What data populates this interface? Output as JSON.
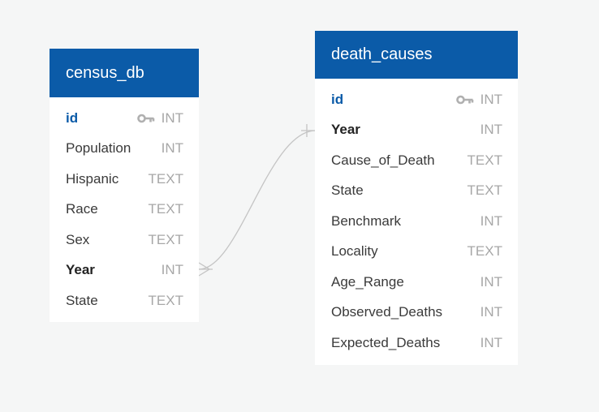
{
  "colors": {
    "background": "#f5f6f6",
    "header": "#0b5ba8",
    "primary_key": "#0b5ba8",
    "type_text": "#a7a7a7",
    "link_line": "#c4c4c4"
  },
  "tables": {
    "census_db": {
      "title": "census_db",
      "columns": [
        {
          "name": "id",
          "type": "INT",
          "primary_key": true
        },
        {
          "name": "Population",
          "type": "INT"
        },
        {
          "name": "Hispanic",
          "type": "TEXT"
        },
        {
          "name": "Race",
          "type": "TEXT"
        },
        {
          "name": "Sex",
          "type": "TEXT"
        },
        {
          "name": "Year",
          "type": "INT",
          "bold": true
        },
        {
          "name": "State",
          "type": "TEXT"
        }
      ]
    },
    "death_causes": {
      "title": "death_causes",
      "columns": [
        {
          "name": "id",
          "type": "INT",
          "primary_key": true
        },
        {
          "name": "Year",
          "type": "INT",
          "bold": true
        },
        {
          "name": "Cause_of_Death",
          "type": "TEXT"
        },
        {
          "name": "State",
          "type": "TEXT"
        },
        {
          "name": "Benchmark",
          "type": "INT"
        },
        {
          "name": "Locality",
          "type": "TEXT"
        },
        {
          "name": "Age_Range",
          "type": "INT"
        },
        {
          "name": "Observed_Deaths",
          "type": "INT"
        },
        {
          "name": "Expected_Deaths",
          "type": "INT"
        }
      ]
    }
  },
  "relationship": {
    "from": "census_db.Year",
    "from_cardinality": "many",
    "to": "death_causes.Year",
    "to_cardinality": "one"
  }
}
